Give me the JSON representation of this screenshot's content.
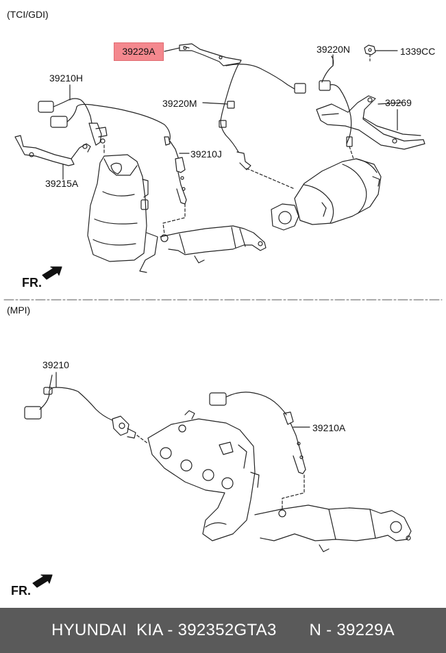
{
  "sections": {
    "top": "(TCI/GDI)",
    "bottom": "(MPI)"
  },
  "labels": {
    "p39229A": "39229A",
    "p39220N": "39220N",
    "p1339CC": "1339CC",
    "p39210H": "39210H",
    "p39220M": "39220M",
    "p39269": "39269",
    "p39210J": "39210J",
    "p39215A": "39215A",
    "p39210": "39210",
    "p39210A": "39210A"
  },
  "front_marker": "FR.",
  "footer": {
    "brand": "HYUNDAI  KIA - 392352GTA3",
    "part": "N - 39229A"
  },
  "colors": {
    "highlight": "#f4888e",
    "footer_bg": "#5a5a5a"
  }
}
